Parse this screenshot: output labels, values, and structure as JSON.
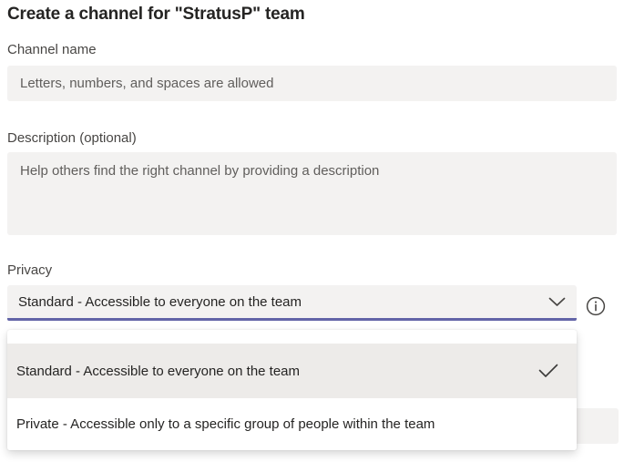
{
  "header": {
    "title": "Create a channel for \"StratusP\" team"
  },
  "form": {
    "channel_name": {
      "label": "Channel name",
      "value": "",
      "placeholder": "Letters, numbers, and spaces are allowed"
    },
    "description": {
      "label": "Description (optional)",
      "value": "",
      "placeholder": "Help others find the right channel by providing a description"
    },
    "privacy": {
      "label": "Privacy",
      "selected_value": "Standard - Accessible to everyone on the team",
      "dropdown_open": true,
      "options": [
        {
          "label": "Standard - Accessible to everyone on the team",
          "selected": true
        },
        {
          "label": "Private - Accessible only to a specific group of people within the team",
          "selected": false
        }
      ]
    }
  },
  "icons": {
    "chevron": "chevron-down",
    "info": "info-circle",
    "selected": "checkmark"
  },
  "colors": {
    "accent_underline": "#6264a7",
    "field_background": "#f3f2f1",
    "selected_option_background": "#edebe9",
    "text_primary": "#252423",
    "text_label": "#484644",
    "text_placeholder": "#605e5c",
    "popup_background": "#ffffff"
  }
}
